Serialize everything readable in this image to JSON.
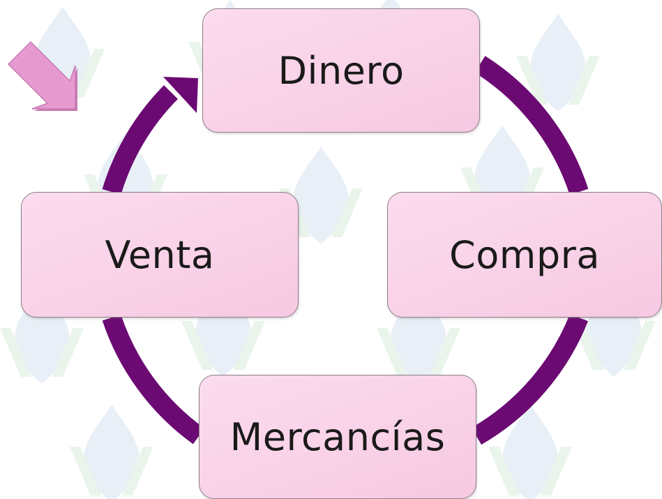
{
  "diagram": {
    "type": "cycle",
    "nodes": [
      {
        "id": "dinero",
        "label": "Dinero"
      },
      {
        "id": "compra",
        "label": "Compra"
      },
      {
        "id": "mercancias",
        "label": "Mercancías"
      },
      {
        "id": "venta",
        "label": "Venta"
      }
    ],
    "edges": [
      {
        "from": "dinero",
        "to": "compra"
      },
      {
        "from": "compra",
        "to": "mercancias"
      },
      {
        "from": "mercancias",
        "to": "venta"
      },
      {
        "from": "venta",
        "to": "dinero"
      }
    ],
    "colors": {
      "ring": "#6b0a73",
      "ring_shadow": "#4a0550",
      "node_fill": "#f9d2e8",
      "node_border": "#8a7f86",
      "pointer_arrow": "#e59ad0",
      "watermark_green": "#e7f3e8",
      "watermark_blue": "#e6eef5"
    },
    "decorations": {
      "pointer": "pink-arrow-pointing-down-right",
      "background": "faded-green-blue-emblem-watermark"
    }
  }
}
